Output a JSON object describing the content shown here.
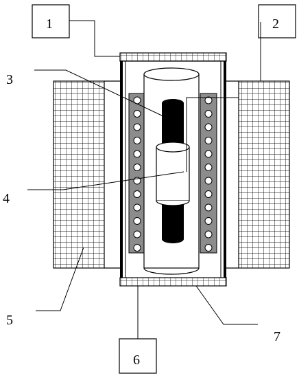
{
  "labels": {
    "l1": "1",
    "l2": "2",
    "l3": "3",
    "l4": "4",
    "l5": "5",
    "l6": "6",
    "l7": "7"
  },
  "colors": {
    "line": "#000000",
    "grid_fill": "#ffffff",
    "heater_fill": "#8c8c8c",
    "rod_fill": "#000000",
    "ring_fill": "#ffffff"
  }
}
